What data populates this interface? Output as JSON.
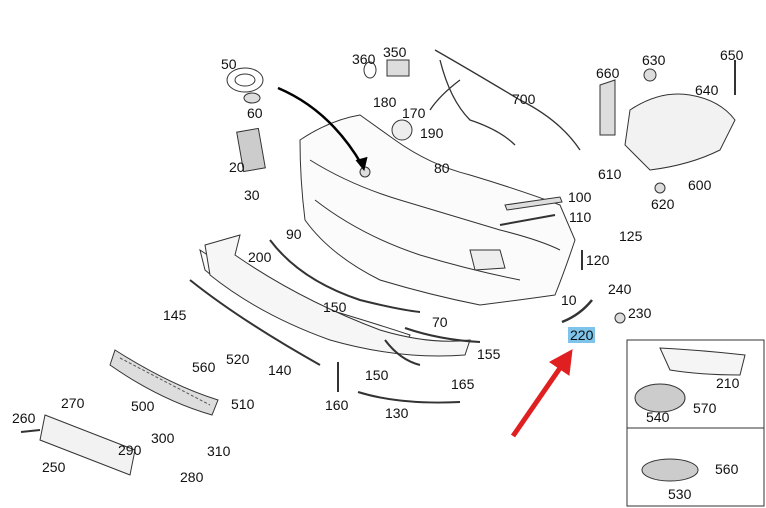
{
  "highlight_color": "#7ec3ea",
  "arrow_color": "#e02020",
  "highlighted_part": "220",
  "parts": {
    "p10": "10",
    "p20": "20",
    "p30": "30",
    "p50": "50",
    "p60": "60",
    "p70": "70",
    "p80": "80",
    "p90": "90",
    "p100": "100",
    "p110": "110",
    "p120": "120",
    "p125": "125",
    "p130": "130",
    "p140": "140",
    "p145": "145",
    "p150a": "150",
    "p150b": "150",
    "p155": "155",
    "p160": "160",
    "p165": "165",
    "p170": "170",
    "p180": "180",
    "p190": "190",
    "p200": "200",
    "p210": "210",
    "p220": "220",
    "p230": "230",
    "p240": "240",
    "p250": "250",
    "p260": "260",
    "p270": "270",
    "p280": "280",
    "p290": "290",
    "p300": "300",
    "p310": "310",
    "p350": "350",
    "p360": "360",
    "p500": "500",
    "p510": "510",
    "p520": "520",
    "p530": "530",
    "p540": "540",
    "p560a": "560",
    "p560b": "560",
    "p570": "570",
    "p600": "600",
    "p610": "610",
    "p620": "620",
    "p630": "630",
    "p640": "640",
    "p650": "650",
    "p660": "660",
    "p700": "700"
  }
}
